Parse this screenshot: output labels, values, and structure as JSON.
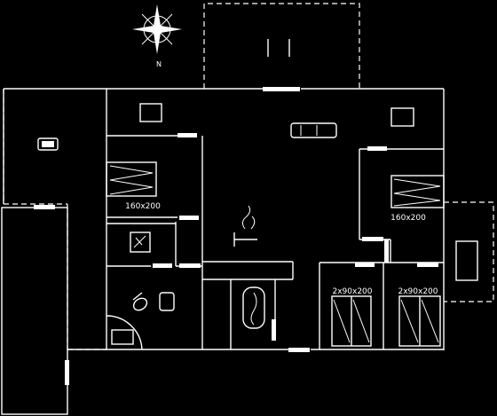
{
  "compass": {
    "north_label": "N"
  },
  "rooms": {
    "bedroom_left": {
      "bed_label": "160x200"
    },
    "bedroom_right": {
      "bed_label": "160x200"
    },
    "bunk_room_a": {
      "bed_label": "2x90x200"
    },
    "bunk_room_b": {
      "bed_label": "2x90x200"
    }
  },
  "colors": {
    "background": "#000000",
    "lines": "#ffffff"
  }
}
